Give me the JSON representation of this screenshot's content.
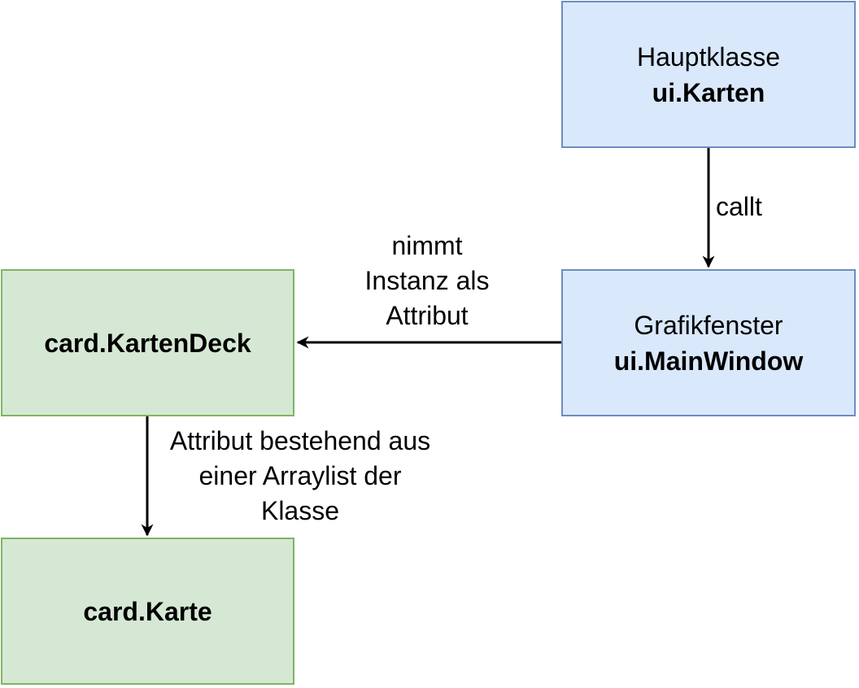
{
  "nodes": {
    "hauptklasse": {
      "subtitle": "Hauptklasse",
      "title": "ui.Karten"
    },
    "mainwindow": {
      "subtitle": "Grafikfenster",
      "title": "ui.MainWindow"
    },
    "kartendeck": {
      "title": "card.KartenDeck"
    },
    "karte": {
      "title": "card.Karte"
    }
  },
  "edges": {
    "callt": {
      "label": "callt"
    },
    "attribut_instanz": {
      "label_lines": [
        "nimmt",
        "Instanz als",
        "Attribut"
      ]
    },
    "arraylist": {
      "label_lines": [
        "Attribut bestehend aus",
        "einer Arraylist der",
        "Klasse"
      ]
    }
  },
  "colors": {
    "ui_fill": "#dae8fc",
    "ui_stroke": "#6c8ebf",
    "card_fill": "#d5e8d4",
    "card_stroke": "#82b366",
    "edge": "#000000"
  }
}
